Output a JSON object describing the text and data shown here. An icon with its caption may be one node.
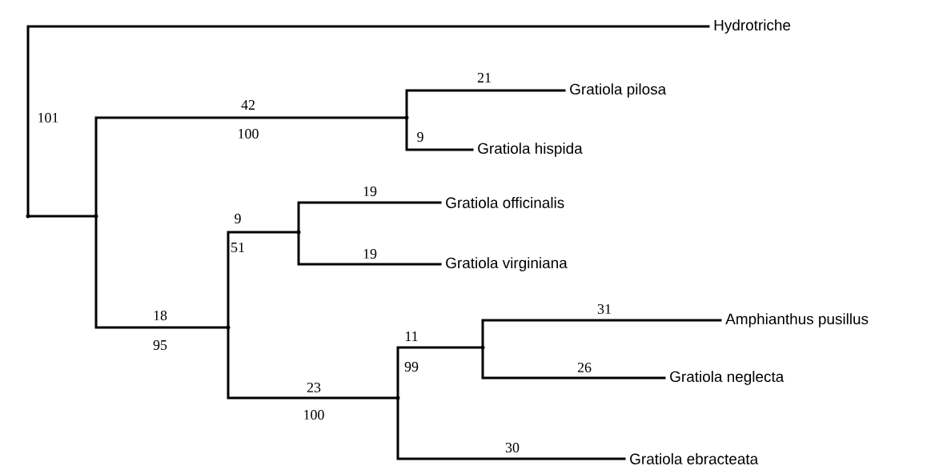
{
  "diagram": {
    "nodes": [
      {
        "text": [
          "Hydrotriche"
        ]
      },
      {
        "text": [],
        "shape": "point"
      },
      {
        "text": [],
        "shape": "point"
      },
      {
        "text": [],
        "shape": "point"
      },
      {
        "text": [
          "Gratiola pilosa"
        ]
      },
      {
        "text": [
          "Gratiola hispida"
        ]
      },
      {
        "text": [],
        "shape": "point"
      },
      {
        "text": [],
        "shape": "point"
      },
      {
        "text": [
          "Gratiola officinalis"
        ]
      },
      {
        "text": [
          "Gratiola virginiana"
        ]
      },
      {
        "text": [],
        "shape": "point"
      },
      {
        "text": [],
        "shape": "point"
      },
      {
        "text": [
          "Amphianthus pusillus"
        ]
      },
      {
        "text": [
          "Gratiola neglecta"
        ]
      },
      {
        "text": [
          "Gratiola ebracteata"
        ]
      }
    ],
    "edges": [
      {
        "from": 1,
        "to": 0,
        "arrow": "none"
      },
      {
        "from": 1,
        "to": 2,
        "arrow": "none"
      },
      {
        "from": 2,
        "to": 3,
        "arrow": "none",
        "label": "42"
      },
      {
        "from": 3,
        "to": 4,
        "arrow": "none",
        "label": "21"
      },
      {
        "from": 3,
        "to": 5,
        "arrow": "none",
        "label": "9"
      },
      {
        "from": 2,
        "to": 6,
        "arrow": "none",
        "label": "18"
      },
      {
        "from": 6,
        "to": 7,
        "arrow": "none",
        "label": "9"
      },
      {
        "from": 7,
        "to": 8,
        "arrow": "none",
        "label": "19"
      },
      {
        "from": 7,
        "to": 9,
        "arrow": "none",
        "label": "19"
      },
      {
        "from": 6,
        "to": 10,
        "arrow": "none",
        "label": "23"
      },
      {
        "from": 10,
        "to": 11,
        "arrow": "none",
        "label": "11"
      },
      {
        "from": 11,
        "to": 12,
        "arrow": "none",
        "label": "31"
      },
      {
        "from": 11,
        "to": 13,
        "arrow": "none",
        "label": "26"
      },
      {
        "from": 10,
        "to": 14,
        "arrow": "none",
        "label": "30"
      }
    ],
    "labels": [
      "101",
      "100",
      "51",
      "95",
      "99",
      "100"
    ]
  }
}
